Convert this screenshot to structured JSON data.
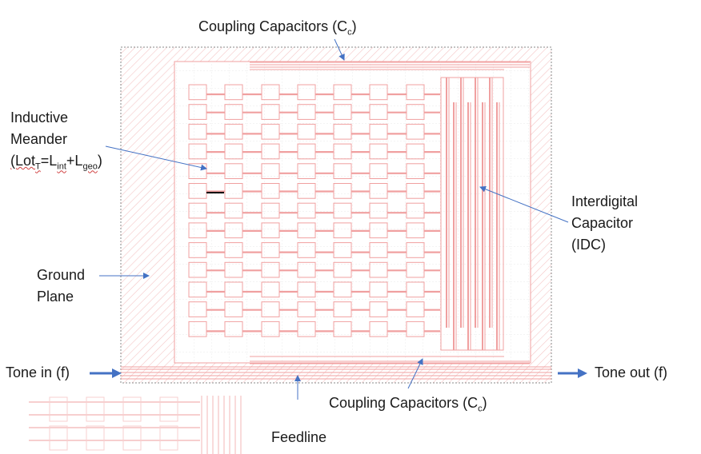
{
  "labels": {
    "coupling_top": {
      "text": "Coupling Capacitors (C",
      "sub": "c",
      "close": ")"
    },
    "coupling_bottom": {
      "text": "Coupling Capacitors (C",
      "sub": "c",
      "close": ")"
    },
    "meander_line1": "Inductive",
    "meander_line2": "Meander",
    "meander_line3": {
      "open": "(Lot",
      "sub1": "T",
      "eq": "=L",
      "sub2": "int",
      "plus": "+L",
      "sub3": "geo",
      "close": ")"
    },
    "idc_line1": "Interdigital",
    "idc_line2": "Capacitor",
    "idc_line3": "(IDC)",
    "ground_line1": "Ground",
    "ground_line2": "Plane",
    "tone_in": "Tone in (f)",
    "tone_out": "Tone out (f)",
    "feedline": "Feedline"
  },
  "colors": {
    "metal": "#f0a0a0",
    "hatch": "#f5c6c6",
    "grid": "#d9d9d9",
    "arrow_blue": "#4472c4",
    "text": "#1a1a1a"
  }
}
